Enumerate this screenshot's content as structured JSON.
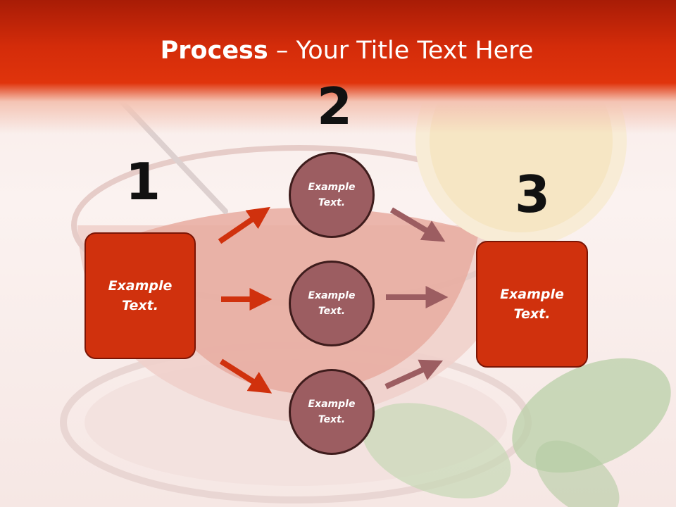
{
  "title": {
    "bold": "Process",
    "rest": " – Your Title Text Here"
  },
  "steps": {
    "one": "1",
    "two": "2",
    "three": "3"
  },
  "left_box": {
    "line1": "Example",
    "line2": "Text."
  },
  "right_box": {
    "line1": "Example",
    "line2": "Text."
  },
  "circles": [
    {
      "line1": "Example",
      "line2": "Text."
    },
    {
      "line1": "Example",
      "line2": "Text."
    },
    {
      "line1": "Example",
      "line2": "Text."
    }
  ],
  "colors": {
    "header": "#d42c0a",
    "box_fill": "#d0310d",
    "circle_fill": "#9c5d61",
    "arrow_red": "#d0310d",
    "arrow_mauve": "#9c5d61"
  }
}
